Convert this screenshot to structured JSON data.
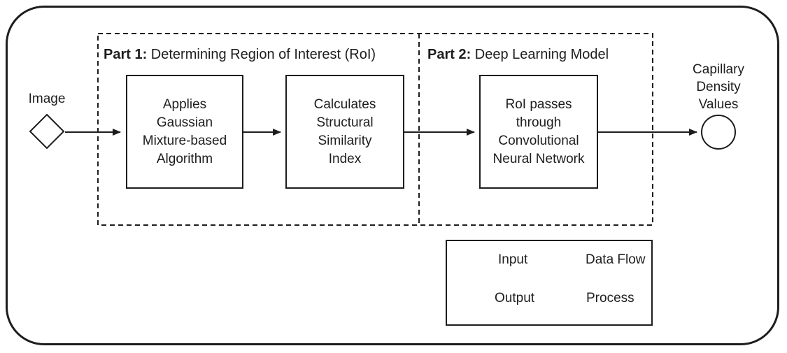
{
  "colors": {
    "stroke": "#1d1d1d",
    "background": "#ffffff"
  },
  "diagram": {
    "input_label": "Image",
    "output_label_lines": [
      "Capillary",
      "Density",
      "Values"
    ],
    "part1": {
      "label_bold": "Part 1:",
      "label_rest": " Determining Region of Interest (RoI)"
    },
    "part2": {
      "label_bold": "Part 2:",
      "label_rest": " Deep Learning Model"
    },
    "process_boxes": [
      {
        "lines": [
          "Applies",
          "Gaussian",
          "Mixture-based",
          "Algorithm"
        ]
      },
      {
        "lines": [
          "Calculates",
          "Structural",
          "Similarity",
          "Index"
        ]
      },
      {
        "lines": [
          "RoI passes",
          "through",
          "Convolutional",
          "Neural Network"
        ]
      }
    ],
    "legend": {
      "items": [
        {
          "shape": "diamond",
          "label": "Input"
        },
        {
          "shape": "arrow",
          "label": "Data Flow"
        },
        {
          "shape": "circle",
          "label": "Output"
        },
        {
          "shape": "square",
          "label": "Process"
        }
      ]
    }
  }
}
